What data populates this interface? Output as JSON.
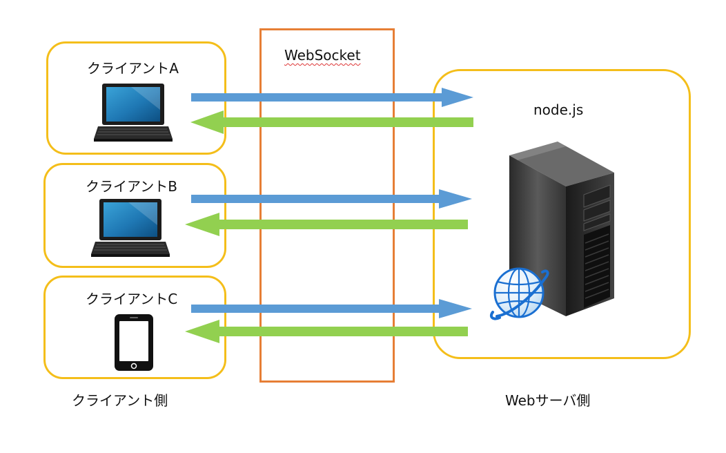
{
  "clients": [
    {
      "label": "クライアントA",
      "device": "laptop-icon"
    },
    {
      "label": "クライアントB",
      "device": "laptop-icon"
    },
    {
      "label": "クライアントC",
      "device": "smartphone-icon"
    }
  ],
  "websocket_label": "WebSocket",
  "server": {
    "label": "node.js",
    "icons": [
      "server-tower-icon",
      "globe-icon"
    ]
  },
  "footer": {
    "client_side": "クライアント側",
    "server_side": "Webサーバ側"
  },
  "colors": {
    "box_border": "#F4BE1A",
    "websocket_border": "#E67E35",
    "request_arrow": "#5B9BD5",
    "response_arrow": "#92D050"
  }
}
